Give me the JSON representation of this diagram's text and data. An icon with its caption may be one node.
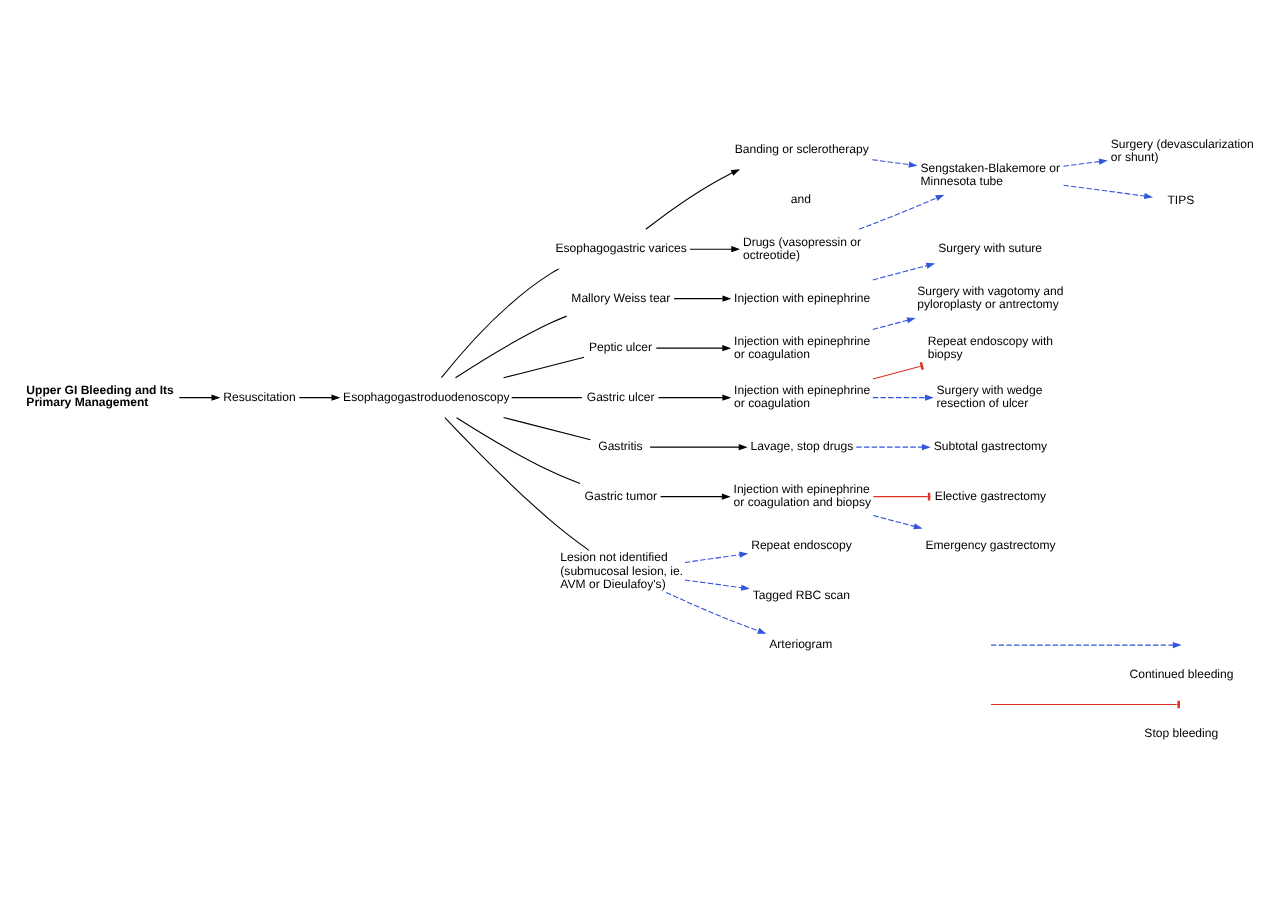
{
  "diagram": {
    "nodes": [
      {
        "text": [
          "Upper GI Bleeding and Its Primary Management"
        ]
      },
      {
        "text": [
          "Resuscitation"
        ]
      },
      {
        "text": [
          "Esophagogastroduodenoscopy"
        ]
      },
      {
        "text": [
          "Esophagogastric varices"
        ]
      },
      {
        "text": [
          "Banding or sclerotherapy"
        ]
      },
      {
        "text": [
          "Drugs (vasopressin or octreotide)"
        ]
      },
      {
        "text": [
          "Sengstaken-Blakemore or Minnesota tube"
        ]
      },
      {
        "text": [
          "Surgery (devascularization or shunt)"
        ]
      },
      {
        "text": [
          "TIPS"
        ]
      },
      {
        "text": [
          "Mallory Weiss tear"
        ]
      },
      {
        "text": [
          "Injection with epinephrine"
        ]
      },
      {
        "text": [
          "Surgery with suture"
        ]
      },
      {
        "text": [
          "Peptic ulcer"
        ]
      },
      {
        "text": [
          "Injection with epinephrine or coagulation"
        ]
      },
      {
        "text": [
          "Surgery with vagotomy and pyloroplasty or antrectomy"
        ]
      },
      {
        "text": [
          "Gastric ulcer"
        ]
      },
      {
        "text": [
          "Injection with epinephrine or coagulation"
        ]
      },
      {
        "text": [
          "Repeat endoscopy with biopsy"
        ]
      },
      {
        "text": [
          "Surgery with wedge resection of ulcer"
        ]
      },
      {
        "text": [
          "Gastritis"
        ]
      },
      {
        "text": [
          "Lavage, stop drugs"
        ]
      },
      {
        "text": [
          "Subtotal gastrectomy"
        ]
      },
      {
        "text": [
          "Gastric tumor"
        ]
      },
      {
        "text": [
          "Injection with epinephrine or coagulation and biopsy"
        ]
      },
      {
        "text": [
          "Elective gastrectomy"
        ]
      },
      {
        "text": [
          "Emergency gastrectomy"
        ]
      },
      {
        "text": [
          "Lesion not identified (submucosal lesion, ie. AVM or Dieulafoy's)"
        ]
      },
      {
        "text": [
          "Repeat endoscopy"
        ]
      },
      {
        "text": [
          "Tagged RBC scan"
        ]
      },
      {
        "text": [
          "Arteriogram"
        ]
      }
    ],
    "edges": [
      {
        "from": 0,
        "to": 1,
        "arrow": "to"
      },
      {
        "from": 1,
        "to": 2,
        "arrow": "to"
      },
      {
        "from": 2,
        "to": 3,
        "arrow": "none"
      },
      {
        "from": 2,
        "to": 9,
        "arrow": "none"
      },
      {
        "from": 2,
        "to": 12,
        "arrow": "none"
      },
      {
        "from": 2,
        "to": 15,
        "arrow": "none"
      },
      {
        "from": 2,
        "to": 19,
        "arrow": "none"
      },
      {
        "from": 2,
        "to": 22,
        "arrow": "none"
      },
      {
        "from": 2,
        "to": 26,
        "arrow": "none"
      },
      {
        "from": 3,
        "to": 4,
        "arrow": "to"
      },
      {
        "from": 3,
        "to": 5,
        "arrow": "to"
      },
      {
        "from": 4,
        "to": 6,
        "arrow": "to",
        "style": "dashed",
        "color": "#3355dd"
      },
      {
        "from": 5,
        "to": 6,
        "arrow": "to",
        "style": "dashed",
        "color": "#3355dd"
      },
      {
        "from": 6,
        "to": 7,
        "arrow": "to",
        "style": "dashed",
        "color": "#3355dd"
      },
      {
        "from": 6,
        "to": 8,
        "arrow": "to",
        "style": "dashed",
        "color": "#3355dd"
      },
      {
        "from": 9,
        "to": 10,
        "arrow": "to"
      },
      {
        "from": 10,
        "to": 11,
        "arrow": "to",
        "style": "dashed",
        "color": "#3355dd"
      },
      {
        "from": 12,
        "to": 13,
        "arrow": "to"
      },
      {
        "from": 13,
        "to": 14,
        "arrow": "to",
        "style": "dashed",
        "color": "#3355dd"
      },
      {
        "from": 15,
        "to": 16,
        "arrow": "to"
      },
      {
        "from": 16,
        "to": 17,
        "arrow": "other",
        "color": "#e03020"
      },
      {
        "from": 16,
        "to": 18,
        "arrow": "to",
        "style": "dashed",
        "color": "#3355dd"
      },
      {
        "from": 19,
        "to": 20,
        "arrow": "to"
      },
      {
        "from": 20,
        "to": 21,
        "arrow": "to",
        "style": "dashed",
        "color": "#3355dd"
      },
      {
        "from": 22,
        "to": 23,
        "arrow": "to"
      },
      {
        "from": 23,
        "to": 24,
        "arrow": "other",
        "color": "#e03020"
      },
      {
        "from": 23,
        "to": 25,
        "arrow": "to",
        "style": "dashed",
        "color": "#3355dd"
      },
      {
        "from": 26,
        "to": 27,
        "arrow": "to",
        "style": "dashed",
        "color": "#3355dd"
      },
      {
        "from": 26,
        "to": 28,
        "arrow": "to",
        "style": "dashed",
        "color": "#3355dd"
      },
      {
        "from": 26,
        "to": 29,
        "arrow": "to",
        "style": "dashed",
        "color": "#3355dd"
      }
    ],
    "labels": [
      "and"
    ],
    "legend": [
      {
        "text": "Continued bleeding"
      },
      {
        "text": "Stop bleeding"
      }
    ]
  }
}
